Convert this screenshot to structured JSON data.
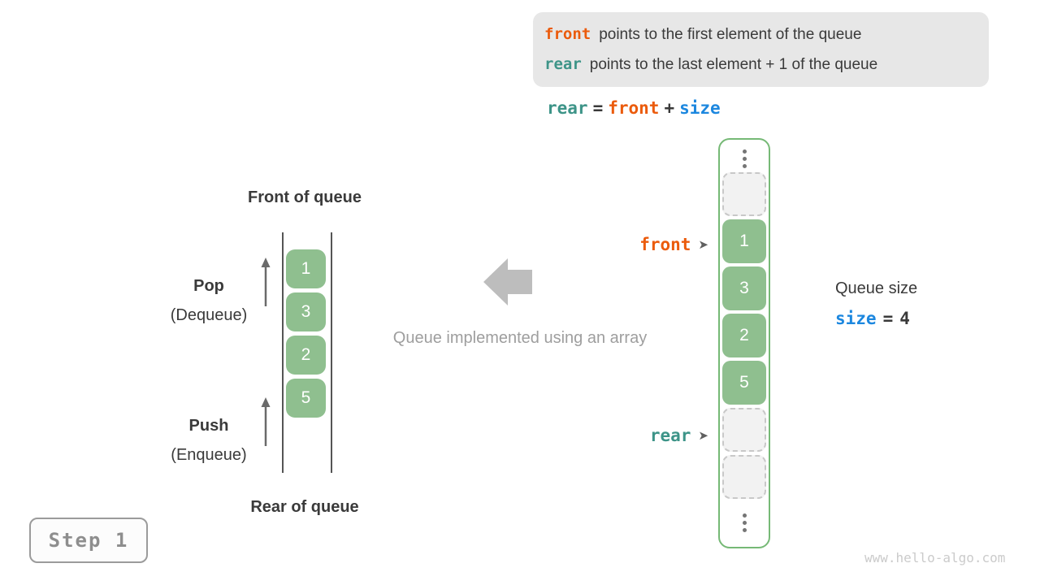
{
  "colors": {
    "front_accent": "#eb5b0c",
    "rear_accent": "#3d9488",
    "size_accent": "#1c87df",
    "cell_green": "#8fbf8f",
    "array_border_green": "#76b976",
    "info_box_bg": "#e7e7e7",
    "muted_gray": "#9e9e9e"
  },
  "info_box": {
    "line1_code": "front",
    "line1_text": "points to the first element of the queue",
    "line2_code": "rear",
    "line2_text": "points to the last element + 1 of the queue"
  },
  "formula": {
    "lhs": "rear",
    "equals": "=",
    "rhs1": "front",
    "operator": "+",
    "rhs2": "size"
  },
  "left_queue": {
    "front_label": "Front of queue",
    "rear_label": "Rear of queue",
    "pop_label": "Pop",
    "pop_sublabel": "(Dequeue)",
    "push_label": "Push",
    "push_sublabel": "(Enqueue)",
    "values": [
      "1",
      "3",
      "2",
      "5"
    ]
  },
  "center": {
    "caption": "Queue implemented using an array"
  },
  "array_view": {
    "front_pointer": "front",
    "rear_pointer": "rear",
    "pointer_arrow": "➤",
    "cells": [
      {
        "type": "empty",
        "value": ""
      },
      {
        "type": "filled",
        "value": "1"
      },
      {
        "type": "filled",
        "value": "3"
      },
      {
        "type": "filled",
        "value": "2"
      },
      {
        "type": "filled",
        "value": "5"
      },
      {
        "type": "empty",
        "value": ""
      },
      {
        "type": "empty",
        "value": ""
      }
    ]
  },
  "queue_size": {
    "label": "Queue size",
    "var": "size",
    "equals": "=",
    "value": "4"
  },
  "step_badge": {
    "label": "Step 1"
  },
  "watermark": {
    "text": "www.hello-algo.com"
  }
}
